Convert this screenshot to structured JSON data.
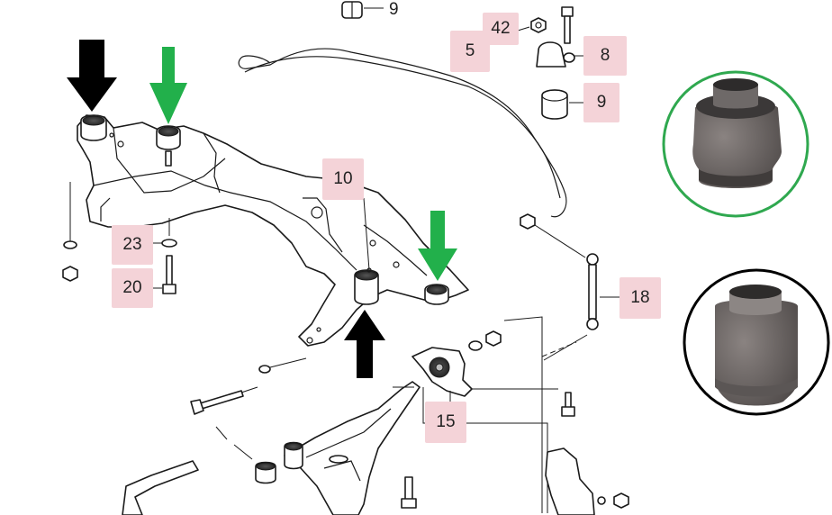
{
  "callouts": [
    {
      "id": "c9top",
      "text": "9"
    },
    {
      "id": "c42",
      "text": "42"
    },
    {
      "id": "c5",
      "text": "5"
    },
    {
      "id": "c8",
      "text": "8"
    },
    {
      "id": "c9",
      "text": "9"
    },
    {
      "id": "c10",
      "text": "10"
    },
    {
      "id": "c23",
      "text": "23"
    },
    {
      "id": "c20",
      "text": "20"
    },
    {
      "id": "c18",
      "text": "18"
    },
    {
      "id": "c15",
      "text": "15"
    }
  ],
  "colors": {
    "label_bg": "#f4d3d8",
    "arrow_black": "#000000",
    "arrow_green": "#22b04b",
    "circle_green": "#2fa84f",
    "circle_black": "#000000",
    "bushing_dark": "#3a3a3a",
    "bushing_body": "#6b6564"
  },
  "insets": [
    {
      "name": "green-circle-bushing",
      "border": "green"
    },
    {
      "name": "black-circle-bushing",
      "border": "black"
    }
  ]
}
